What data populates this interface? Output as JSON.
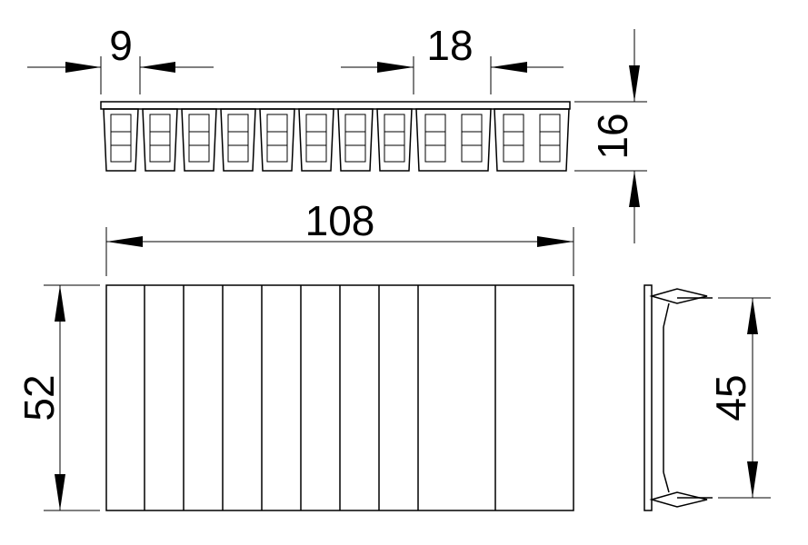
{
  "dimensions": {
    "single_module_width": "9",
    "double_module_width": "18",
    "top_view_height": "16",
    "overall_length": "108",
    "front_height": "52",
    "side_inner_height": "45"
  },
  "colors": {
    "line": "#000000",
    "background": "#ffffff"
  }
}
